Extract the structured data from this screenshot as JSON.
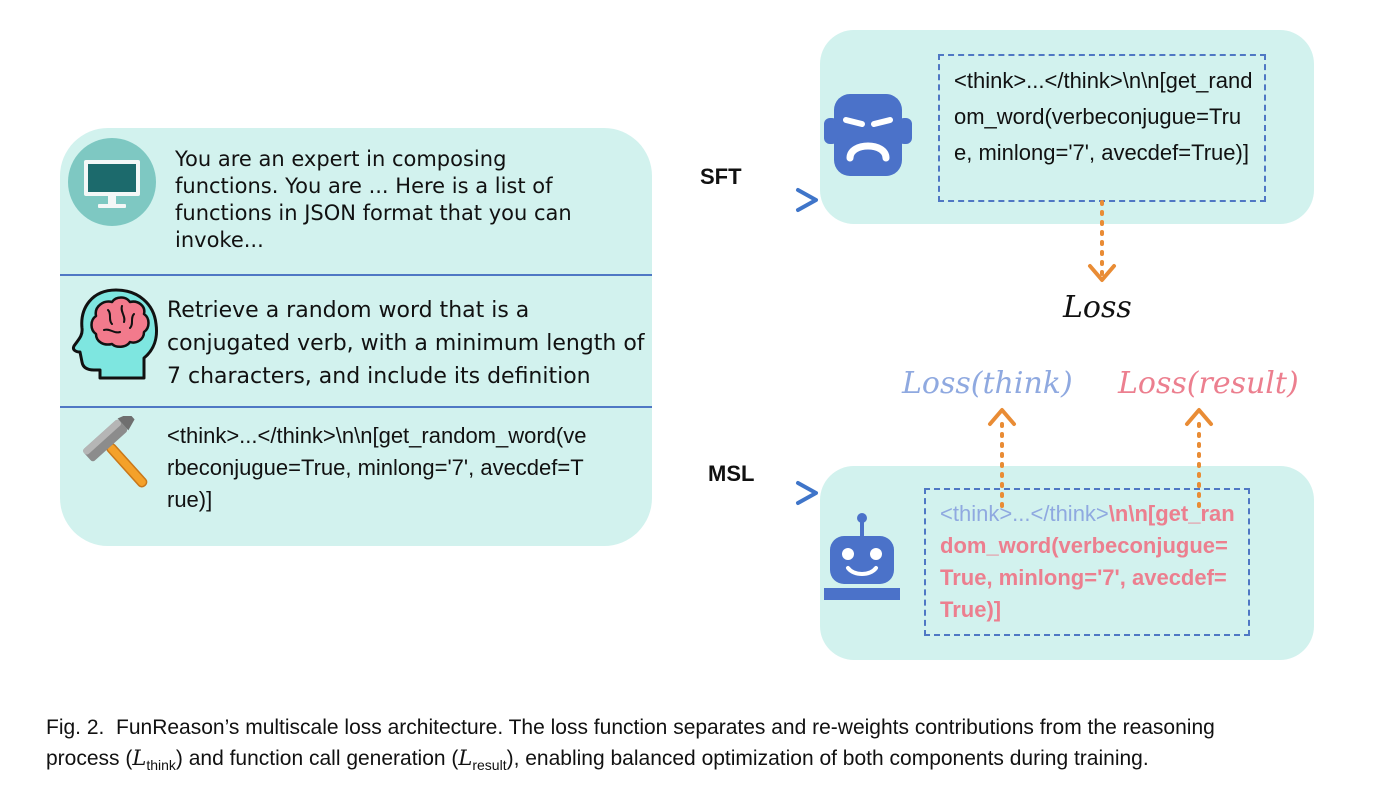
{
  "left_panel": {
    "system_prompt": "You are an expert in composing functions. You are ... Here is a list of functions in JSON format that you can invoke...",
    "user_query": "Retrieve a random word that is a conjugated verb, with a minimum length of 7 characters, and include its definition",
    "target_output": "<think>...</think>\\n\\n[get_random_word(verbeconjugue=True, minlong='7', avecdef=True)]"
  },
  "sft": {
    "label": "SFT",
    "output": "<think>...</think>\\n\\n[get_random_word(verbeconjugue=True, minlong='7', avecdef=True)]",
    "loss_label": "Loss"
  },
  "msl": {
    "label": "MSL",
    "output_think": "<think>...</think>",
    "output_result": "\\n\\n[get_random_word(verbeconjugue=True, minlong='7', avecdef=True)]",
    "loss_think_label": "Loss(think)",
    "loss_result_label": "Loss(result)"
  },
  "caption": {
    "prefix": "Fig. 2.",
    "line1": "FunReason’s multiscale loss architecture. The loss function separates and re-weights contributions from the reasoning",
    "line2_a": "process (",
    "think_sub": "think",
    "line2_b": ") and function call generation (",
    "result_sub": "result",
    "line2_c": "), enabling balanced optimization of both components during training.",
    "math_symbol": "L"
  },
  "colors": {
    "panel_bg": "#d2f2ee",
    "divider_blue": "#4f78c4",
    "think_blue": "#8fa9e0",
    "result_pink": "#ec7f8f",
    "loss_arrow_orange": "#e98c35",
    "arrow_gradient_start": "#3ecf8e",
    "arrow_gradient_end": "#3f75c9",
    "robot_blue": "#4b72c9"
  },
  "icons": {
    "computer": "computer-monitor-icon",
    "brain": "head-brain-icon",
    "hammer": "hammer-icon",
    "sad_robot": "sad-robot-icon",
    "happy_robot": "happy-robot-icon"
  }
}
